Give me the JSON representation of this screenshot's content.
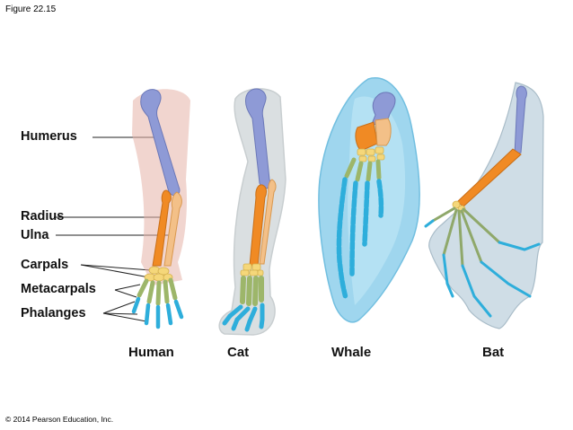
{
  "figure_label": "Figure 22.15",
  "copyright": "© 2014 Pearson Education, Inc.",
  "part_labels": {
    "humerus": "Humerus",
    "radius": "Radius",
    "ulna": "Ulna",
    "carpals": "Carpals",
    "metacarpals": "Metacarpals",
    "phalanges": "Phalanges"
  },
  "animals": {
    "human": "Human",
    "cat": "Cat",
    "whale": "Whale",
    "bat": "Bat"
  },
  "colors": {
    "humerus": "#8e9ad6",
    "radius": "#f08a24",
    "ulna": "#f3c088",
    "carpals": "#f5d77a",
    "metacarpals": "#9db66a",
    "phalanges": "#2eaedb",
    "human_skin": "#e6b3a8",
    "cat_fur": "#d7dcde",
    "whale_flipper": "#9fd6ee",
    "bat_membrane": "#cfdde6"
  }
}
